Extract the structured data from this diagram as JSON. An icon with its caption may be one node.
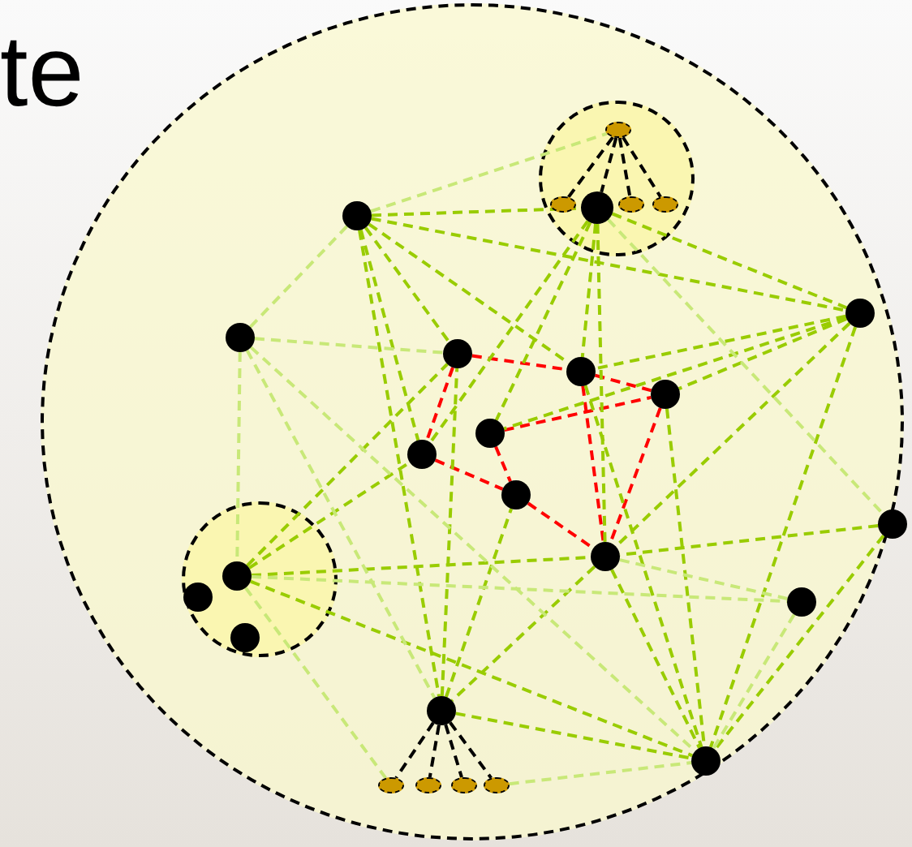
{
  "diagram": {
    "nodes": [
      {
        "text": [],
        "shape": "circle"
      },
      {
        "text": [],
        "shape": "circle",
        "in": 0
      },
      {
        "text": [],
        "shape": "circle",
        "in": 0
      },
      {
        "text": [],
        "shape": "circle",
        "in": 0
      },
      {
        "text": [],
        "shape": "circle",
        "in": 0
      },
      {
        "text": [],
        "shape": "circle",
        "in": 0
      },
      {
        "text": [],
        "shape": "circle",
        "in": 0
      },
      {
        "text": [],
        "shape": "circle",
        "in": 0
      },
      {
        "text": [],
        "shape": "circle",
        "in": 0
      },
      {
        "text": [],
        "shape": "circle",
        "in": 0
      },
      {
        "text": [],
        "shape": "circle",
        "in": 0
      },
      {
        "text": [],
        "shape": "circle",
        "in": 0
      },
      {
        "text": [],
        "shape": "circle",
        "in": 0
      },
      {
        "text": [],
        "shape": "circle",
        "in": 0
      },
      {
        "text": [],
        "shape": "circle",
        "in": 0
      },
      {
        "text": [],
        "shape": "circle",
        "in": 0
      },
      {
        "text": [],
        "shape": "circle",
        "in": 0
      },
      {
        "text": [],
        "shape": "circle",
        "in": 1
      },
      {
        "text": [],
        "shape": "circle",
        "in": 1
      },
      {
        "text": [],
        "shape": "circle",
        "in": 1
      },
      {
        "text": [],
        "shape": "circle",
        "in": 1
      },
      {
        "text": [],
        "shape": "circle",
        "in": 1
      },
      {
        "text": [],
        "shape": "circle",
        "in": 2
      },
      {
        "text": [],
        "shape": "circle",
        "in": 2
      },
      {
        "text": [],
        "shape": "circle",
        "in": 2
      },
      {
        "text": [],
        "shape": "circle",
        "in": 0
      },
      {
        "text": [],
        "shape": "circle",
        "in": 0
      },
      {
        "text": [],
        "shape": "circle",
        "in": 0
      },
      {
        "text": [],
        "shape": "circle",
        "in": 0
      }
    ],
    "edges": [
      {
        "from": 18,
        "to": 19,
        "arrow": "none",
        "style": "dashed",
        "color": "#000000"
      },
      {
        "from": 18,
        "to": 17,
        "arrow": "none",
        "style": "dashed",
        "color": "#000000"
      },
      {
        "from": 18,
        "to": 20,
        "arrow": "none",
        "style": "dashed",
        "color": "#000000"
      },
      {
        "from": 18,
        "to": 21,
        "arrow": "none",
        "style": "dashed",
        "color": "#000000"
      },
      {
        "from": 15,
        "to": 25,
        "arrow": "none",
        "style": "dashed",
        "color": "#000000"
      },
      {
        "from": 15,
        "to": 26,
        "arrow": "none",
        "style": "dashed",
        "color": "#000000"
      },
      {
        "from": 15,
        "to": 27,
        "arrow": "none",
        "style": "dashed",
        "color": "#000000"
      },
      {
        "from": 15,
        "to": 28,
        "arrow": "none",
        "style": "dashed",
        "color": "#000000"
      },
      {
        "from": 5,
        "to": 6,
        "arrow": "none",
        "style": "dashed",
        "color": "#ff0000"
      },
      {
        "from": 6,
        "to": 7,
        "arrow": "none",
        "style": "dashed",
        "color": "#ff0000"
      },
      {
        "from": 5,
        "to": 10,
        "arrow": "none",
        "style": "dashed",
        "color": "#ff0000"
      },
      {
        "from": 10,
        "to": 11,
        "arrow": "none",
        "style": "dashed",
        "color": "#ff0000"
      },
      {
        "from": 11,
        "to": 12,
        "arrow": "none",
        "style": "dashed",
        "color": "#ff0000"
      },
      {
        "from": 7,
        "to": 12,
        "arrow": "none",
        "style": "dashed",
        "color": "#ff0000"
      },
      {
        "from": 6,
        "to": 12,
        "arrow": "none",
        "style": "dashed",
        "color": "#ff0000"
      },
      {
        "from": 9,
        "to": 7,
        "arrow": "none",
        "style": "dashed",
        "color": "#ff0000"
      },
      {
        "from": 9,
        "to": 11,
        "arrow": "none",
        "style": "dashed",
        "color": "#ff0000"
      },
      {
        "from": 3,
        "to": 17,
        "arrow": "none",
        "style": "dashed"
      },
      {
        "from": 3,
        "to": 8,
        "arrow": "none",
        "style": "dashed"
      },
      {
        "from": 3,
        "to": 5,
        "arrow": "none",
        "style": "dashed"
      },
      {
        "from": 3,
        "to": 6,
        "arrow": "none",
        "style": "dashed"
      },
      {
        "from": 3,
        "to": 10,
        "arrow": "none",
        "style": "dashed"
      },
      {
        "from": 3,
        "to": 15,
        "arrow": "none",
        "style": "dashed"
      },
      {
        "from": 17,
        "to": 8,
        "arrow": "none",
        "style": "dashed"
      },
      {
        "from": 17,
        "to": 6,
        "arrow": "none",
        "style": "dashed"
      },
      {
        "from": 17,
        "to": 9,
        "arrow": "none",
        "style": "dashed"
      },
      {
        "from": 17,
        "to": 12,
        "arrow": "none",
        "style": "dashed"
      },
      {
        "from": 17,
        "to": 10,
        "arrow": "none",
        "style": "dashed"
      },
      {
        "from": 8,
        "to": 6,
        "arrow": "none",
        "style": "dashed"
      },
      {
        "from": 8,
        "to": 7,
        "arrow": "none",
        "style": "dashed"
      },
      {
        "from": 8,
        "to": 9,
        "arrow": "none",
        "style": "dashed"
      },
      {
        "from": 8,
        "to": 12,
        "arrow": "none",
        "style": "dashed"
      },
      {
        "from": 8,
        "to": 16,
        "arrow": "none",
        "style": "dashed"
      },
      {
        "from": 13,
        "to": 12,
        "arrow": "none",
        "style": "dashed"
      },
      {
        "from": 13,
        "to": 16,
        "arrow": "none",
        "style": "dashed"
      },
      {
        "from": 22,
        "to": 5,
        "arrow": "none",
        "style": "dashed"
      },
      {
        "from": 22,
        "to": 12,
        "arrow": "none",
        "style": "dashed"
      },
      {
        "from": 22,
        "to": 16,
        "arrow": "none",
        "style": "dashed"
      },
      {
        "from": 22,
        "to": 10,
        "arrow": "none",
        "style": "dashed"
      },
      {
        "from": 12,
        "to": 16,
        "arrow": "none",
        "style": "dashed"
      },
      {
        "from": 12,
        "to": 15,
        "arrow": "none",
        "style": "dashed"
      },
      {
        "from": 7,
        "to": 16,
        "arrow": "none",
        "style": "dashed"
      },
      {
        "from": 6,
        "to": 16,
        "arrow": "none",
        "style": "dashed"
      },
      {
        "from": 15,
        "to": 11,
        "arrow": "none",
        "style": "dashed"
      },
      {
        "from": 15,
        "to": 5,
        "arrow": "none",
        "style": "dashed"
      },
      {
        "from": 15,
        "to": 16,
        "arrow": "none",
        "style": "dashed"
      },
      {
        "from": 4,
        "to": 3,
        "arrow": "none",
        "style": "dashed",
        "color": "#c8e878"
      },
      {
        "from": 4,
        "to": 5,
        "arrow": "none",
        "style": "dashed",
        "color": "#c8e878"
      },
      {
        "from": 4,
        "to": 22,
        "arrow": "none",
        "style": "dashed",
        "color": "#c8e878"
      },
      {
        "from": 4,
        "to": 15,
        "arrow": "none",
        "style": "dashed",
        "color": "#c8e878"
      },
      {
        "from": 4,
        "to": 16,
        "arrow": "none",
        "style": "dashed",
        "color": "#c8e878"
      },
      {
        "from": 17,
        "to": 13,
        "arrow": "none",
        "style": "dashed",
        "color": "#c8e878"
      },
      {
        "from": 3,
        "to": 18,
        "arrow": "none",
        "style": "dashed",
        "color": "#c8e878"
      },
      {
        "from": 14,
        "to": 12,
        "arrow": "none",
        "style": "dashed",
        "color": "#c8e878"
      },
      {
        "from": 14,
        "to": 16,
        "arrow": "none",
        "style": "dashed",
        "color": "#c8e878"
      },
      {
        "from": 28,
        "to": 16,
        "arrow": "none",
        "style": "dashed",
        "color": "#c8e878"
      },
      {
        "from": 22,
        "to": 25,
        "arrow": "none",
        "style": "dashed",
        "color": "#c8e878"
      },
      {
        "from": 22,
        "to": 14,
        "arrow": "none",
        "style": "dashed",
        "color": "#c8e878"
      }
    ],
    "labels": [
      "te"
    ]
  }
}
